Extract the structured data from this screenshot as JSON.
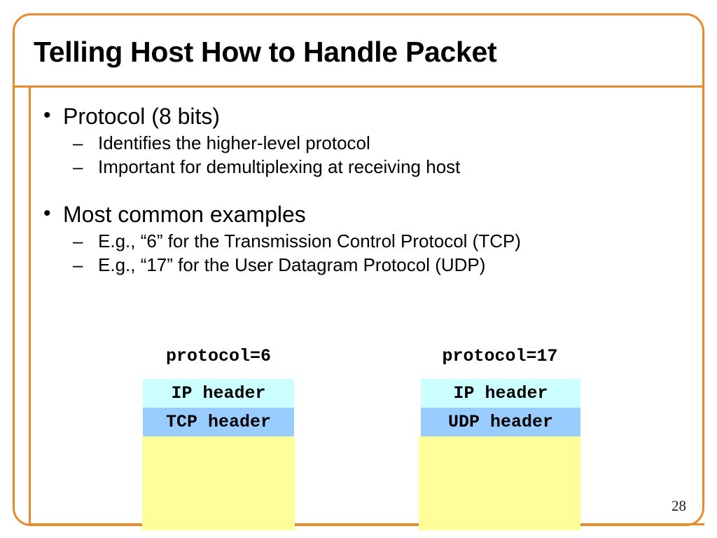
{
  "slide": {
    "title": "Telling Host How to Handle Packet",
    "page_number": "28",
    "accent_color": "#E8892B",
    "background_color": "#FFFFFF"
  },
  "bullets": [
    {
      "level": 1,
      "marker": "•",
      "text": "Protocol (8 bits)",
      "children": [
        {
          "level": 2,
          "marker": "–",
          "text": "Identifies the higher-level protocol"
        },
        {
          "level": 2,
          "marker": "–",
          "text": "Important for demultiplexing at receiving host"
        }
      ]
    },
    {
      "level": 1,
      "marker": "•",
      "text": "Most common examples",
      "children": [
        {
          "level": 2,
          "marker": "–",
          "text": "E.g., “6” for the Transmission Control Protocol (TCP)"
        },
        {
          "level": 2,
          "marker": "–",
          "text": "E.g., “17” for the User Datagram Protocol (UDP)"
        }
      ]
    }
  ],
  "diagram": {
    "colors": {
      "ip_header": "#CCFFFF",
      "transport_header": "#99CCFF",
      "payload": "#FFFF99"
    },
    "stacks": [
      {
        "id": "tcp-stack",
        "label": "protocol=6",
        "layers": [
          {
            "name": "ip-header",
            "text": "IP header",
            "color": "#CCFFFF"
          },
          {
            "name": "tcp-header",
            "text": "TCP header",
            "color": "#99CCFF"
          },
          {
            "name": "payload",
            "text": "",
            "color": "#FFFF99"
          }
        ]
      },
      {
        "id": "udp-stack",
        "label": "protocol=17",
        "layers": [
          {
            "name": "ip-header",
            "text": "IP header",
            "color": "#CCFFFF"
          },
          {
            "name": "udp-header",
            "text": "UDP header",
            "color": "#99CCFF"
          },
          {
            "name": "payload",
            "text": "",
            "color": "#FFFF99"
          }
        ]
      }
    ]
  }
}
